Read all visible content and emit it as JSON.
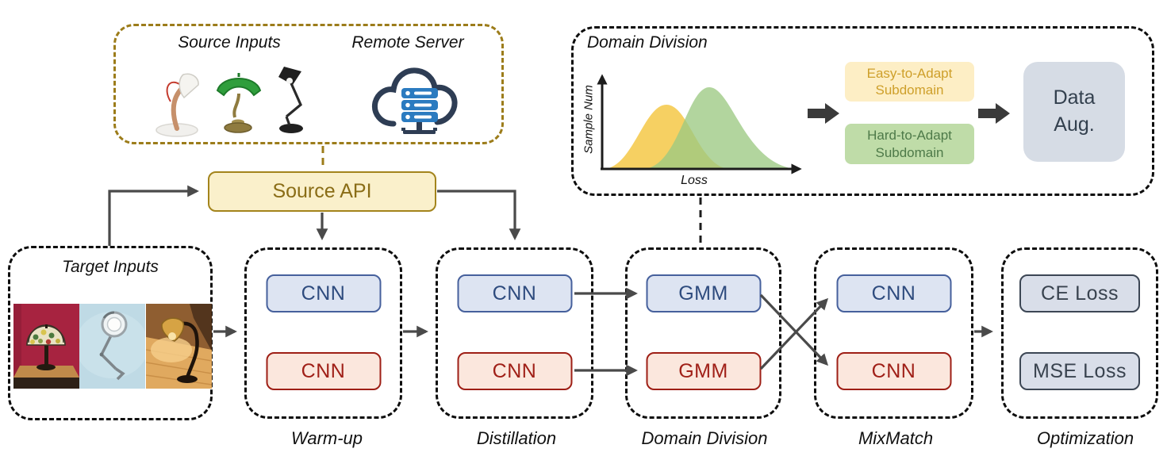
{
  "source_panel": {
    "source_inputs_label": "Source Inputs",
    "remote_server_label": "Remote Server"
  },
  "source_api": {
    "label": "Source API"
  },
  "target_panel": {
    "label": "Target Inputs"
  },
  "stages": [
    {
      "label": "Warm-up",
      "top_box": "CNN",
      "bottom_box": "CNN"
    },
    {
      "label": "Distillation",
      "top_box": "CNN",
      "bottom_box": "CNN"
    },
    {
      "label": "Domain Division",
      "top_box": "GMM",
      "bottom_box": "GMM"
    },
    {
      "label": "MixMatch",
      "top_box": "CNN",
      "bottom_box": "CNN"
    },
    {
      "label": "Optimization",
      "top_box": "CE Loss",
      "bottom_box": "MSE Loss"
    }
  ],
  "domain_division_panel": {
    "title": "Domain Division",
    "easy_subdomain_lines": [
      "Easy-to-Adapt",
      "Subdomain"
    ],
    "hard_subdomain_lines": [
      "Hard-to-Adapt",
      "Subdomain"
    ],
    "data_aug_lines": [
      "Data",
      "Aug."
    ],
    "chart": {
      "xlabel": "Loss",
      "ylabel": "Sample Num"
    }
  },
  "chart_data": {
    "type": "area",
    "title": "Domain Division",
    "xlabel": "Loss",
    "ylabel": "Sample Num",
    "grid": false,
    "legend": false,
    "series": [
      {
        "name": "Easy-to-Adapt Subdomain",
        "color": "#F2C94C",
        "peak_x_fraction": 0.3,
        "peak_height_fraction": 0.63,
        "spread": "narrow"
      },
      {
        "name": "Hard-to-Adapt Subdomain",
        "color": "#A3CC8B",
        "peak_x_fraction": 0.51,
        "peak_height_fraction": 0.8,
        "spread": "wide"
      }
    ]
  },
  "colors": {
    "accent_gold": "#9C7C1A",
    "api_fill": "#FAF0CB",
    "api_text": "#8A6D17",
    "blue_fill": "#DDE4F2",
    "blue_border": "#46609C",
    "blue_text": "#2E4B7E",
    "red_fill": "#FBE7DD",
    "red_border": "#9E1F16",
    "red_text": "#A02018",
    "gray_fill": "#D9DEE9",
    "gray_border": "#3C4654",
    "gray_text": "#39434F",
    "easy_fill": "#FDEEC5",
    "easy_text": "#CE9F2A",
    "hard_fill": "#BFDCA8",
    "hard_text": "#4E7A49",
    "arrow": "#4A4A4A"
  }
}
